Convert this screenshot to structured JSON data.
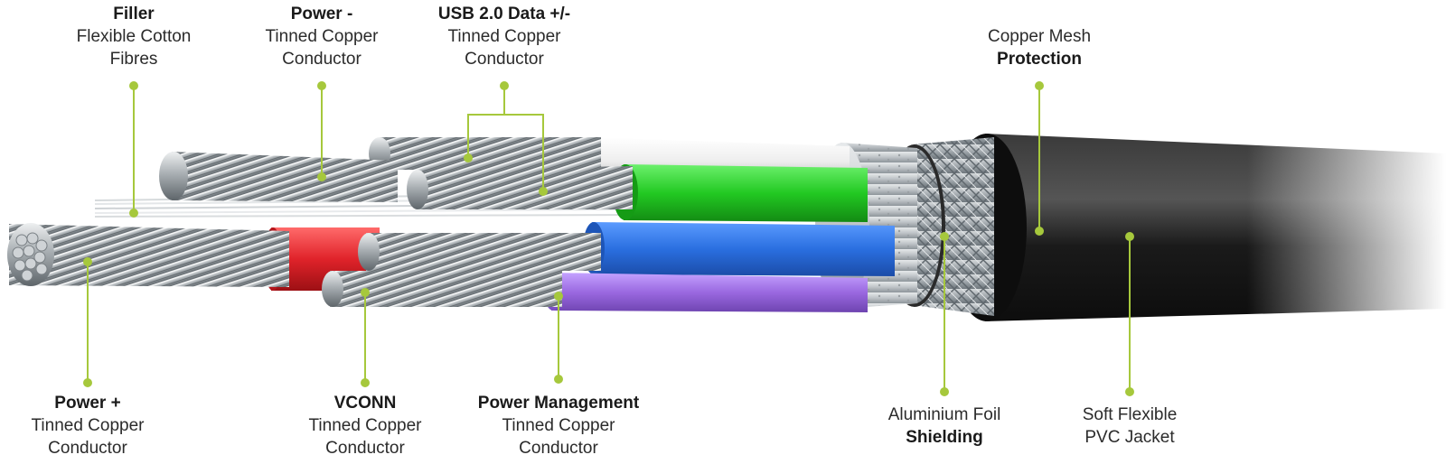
{
  "labels": {
    "filler": {
      "title": "Filler",
      "line1": "Flexible Cotton",
      "line2": "Fibres"
    },
    "power_minus": {
      "title": "Power -",
      "line1": "Tinned Copper",
      "line2": "Conductor"
    },
    "usb_data": {
      "title": "USB 2.0 Data +/-",
      "line1": "Tinned Copper",
      "line2": "Conductor"
    },
    "copper_mesh": {
      "line1": "Copper Mesh",
      "title": "Protection"
    },
    "power_plus": {
      "title": "Power +",
      "line1": "Tinned Copper",
      "line2": "Conductor"
    },
    "vconn": {
      "title": "VCONN",
      "line1": "Tinned Copper",
      "line2": "Conductor"
    },
    "power_management": {
      "title": "Power Management",
      "line1": "Tinned Copper",
      "line2": "Conductor"
    },
    "aluminium_foil": {
      "line1": "Aluminium Foil",
      "title": "Shielding"
    },
    "pvc_jacket": {
      "line1": "Soft Flexible",
      "line2": "PVC Jacket"
    }
  },
  "colors": {
    "leader": "#a6c83c",
    "jacket": "#1a1a1a",
    "foil": "#cfd3d6",
    "mesh": "#9aa2a8",
    "wire_green": "#2fd12f",
    "wire_blue": "#2a6fe0",
    "wire_purple": "#9a68e0",
    "wire_red": "#e0232a",
    "wire_white": "#f2f2f2",
    "copper_strand": "#b9bec2"
  }
}
